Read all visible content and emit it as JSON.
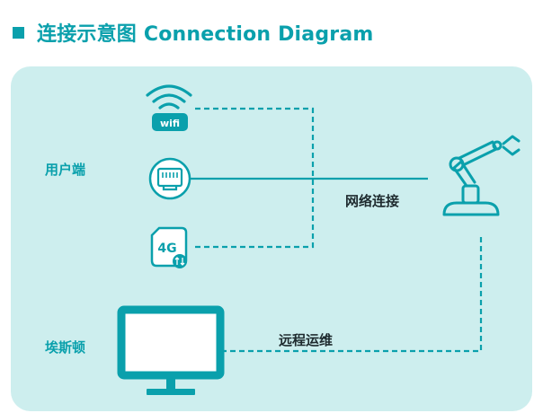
{
  "title": {
    "text": "连接示意图  Connection Diagram"
  },
  "groups": {
    "user_side": "用户端",
    "eston_side": "埃斯顿"
  },
  "connections": {
    "network": "网络连接",
    "remote_ops": "远程运维"
  },
  "icons": {
    "wifi_text": "wifi",
    "cellular_text": "4G"
  },
  "colors": {
    "accent": "#0aa0ac",
    "panel": "#cdeeee",
    "line": "#0aa0ac",
    "label_dark": "#1e2a2e"
  }
}
